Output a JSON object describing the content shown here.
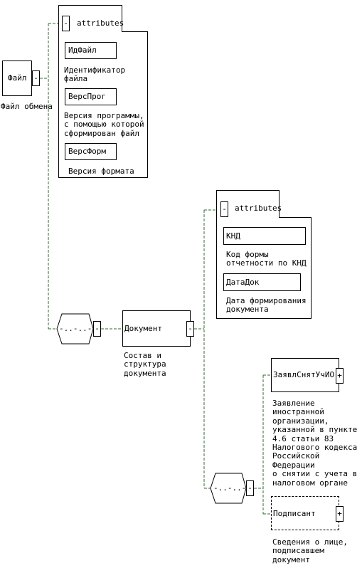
{
  "root": {
    "name": "Файл",
    "desc": "Файл обмена",
    "toggle": "-"
  },
  "file_attributes": {
    "header": "attributes",
    "toggle": "-",
    "items": [
      {
        "name": "ИдФайл",
        "desc": "Идентификатор\nфайла"
      },
      {
        "name": "ВерсПрог",
        "desc": "Версия программы,\nс помощью которой\nсформирован файл"
      },
      {
        "name": "ВерсФорм",
        "desc": "Версия формата"
      }
    ]
  },
  "sequence_toggle": "-",
  "document": {
    "name": "Документ",
    "desc": "Состав и\nструктура\nдокумента",
    "toggle": "-"
  },
  "doc_attributes": {
    "header": "attributes",
    "toggle": "-",
    "items": [
      {
        "name": "КНД",
        "desc": "Код формы\nотчетности по КНД"
      },
      {
        "name": "ДатаДок",
        "desc": "Дата формирования\nдокумента"
      }
    ]
  },
  "doc_sequence_toggle": "-",
  "children": [
    {
      "name": "ЗаявлСнятУчИО",
      "toggle": "+",
      "desc": "Заявление\nиностранной\nорганизации,\nуказанной в пункте\n4.6 статьи 83\nНалогового кодекса\nРоссийской Федерации\nо снятии с учета в\nналоговом органе"
    },
    {
      "name": "Подписант",
      "toggle": "+",
      "desc": "Сведения о лице,\nподписавшем\nдокумент"
    }
  ],
  "colors": {
    "connector": "#2f6b2f",
    "stroke": "#000000"
  }
}
